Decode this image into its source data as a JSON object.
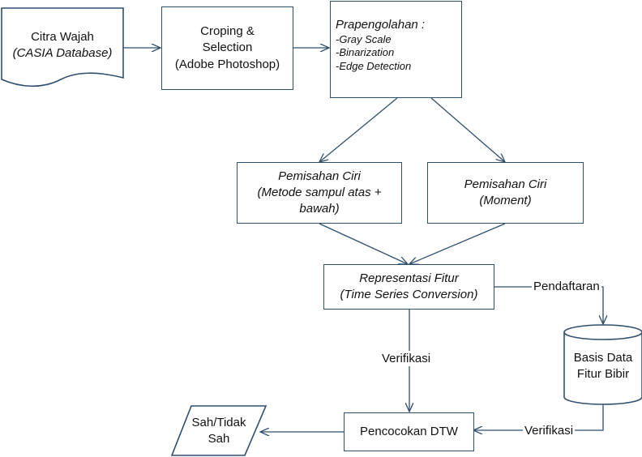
{
  "nodes": {
    "citra": {
      "line1": "Citra Wajah",
      "line2": "(CASIA Database)"
    },
    "croping": {
      "line1": "Croping &",
      "line2": "Selection",
      "line3": "(Adobe Photoshop)"
    },
    "prapengolahan": {
      "title": "Prapengolahan :",
      "steps": [
        "-Gray Scale",
        "-Binarization",
        "-Edge Detection"
      ]
    },
    "pemisahan1": {
      "line1": "Pemisahan Ciri",
      "line2": "(Metode sampul atas +",
      "line3": "bawah)"
    },
    "pemisahan2": {
      "line1": "Pemisahan Ciri",
      "line2": "(Moment)"
    },
    "representasi": {
      "line1": "Representasi Fitur",
      "line2": "(Time Series Conversion)"
    },
    "basis": {
      "line1": "Basis Data",
      "line2": "Fitur Bibir"
    },
    "pencocokan": {
      "line1": "Pencocokan DTW"
    },
    "hasil": {
      "line1": "Sah/Tidak",
      "line2": "Sah"
    }
  },
  "edges": {
    "pendaftaran": "Pendaftaran",
    "verifikasi_down": "Verifikasi",
    "verifikasi_db": "Verifikasi"
  },
  "colors": {
    "stroke": "#2f4f6f",
    "background": "#ffffff",
    "text": "#111111"
  }
}
